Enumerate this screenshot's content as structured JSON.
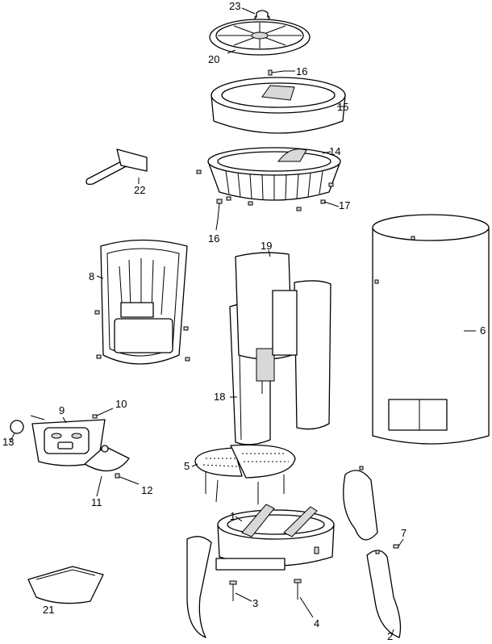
{
  "title": "Exploded parts diagram",
  "parts": [
    {
      "id": "p23",
      "number": "23"
    },
    {
      "id": "p20",
      "number": "20"
    },
    {
      "id": "p16a",
      "number": "16"
    },
    {
      "id": "p15",
      "number": "15"
    },
    {
      "id": "p14",
      "number": "14"
    },
    {
      "id": "p22",
      "number": "22"
    },
    {
      "id": "p17",
      "number": "17"
    },
    {
      "id": "p16b",
      "number": "16"
    },
    {
      "id": "p19",
      "number": "19"
    },
    {
      "id": "p8",
      "number": "8"
    },
    {
      "id": "p6",
      "number": "6"
    },
    {
      "id": "p18",
      "number": "18"
    },
    {
      "id": "p9",
      "number": "9"
    },
    {
      "id": "p10",
      "number": "10"
    },
    {
      "id": "p13",
      "number": "13"
    },
    {
      "id": "p11",
      "number": "11"
    },
    {
      "id": "p12",
      "number": "12"
    },
    {
      "id": "p5",
      "number": "5"
    },
    {
      "id": "p1",
      "number": "1"
    },
    {
      "id": "p7",
      "number": "7"
    },
    {
      "id": "p21",
      "number": "21"
    },
    {
      "id": "p3",
      "number": "3"
    },
    {
      "id": "p4",
      "number": "4"
    },
    {
      "id": "p2",
      "number": "2"
    }
  ]
}
